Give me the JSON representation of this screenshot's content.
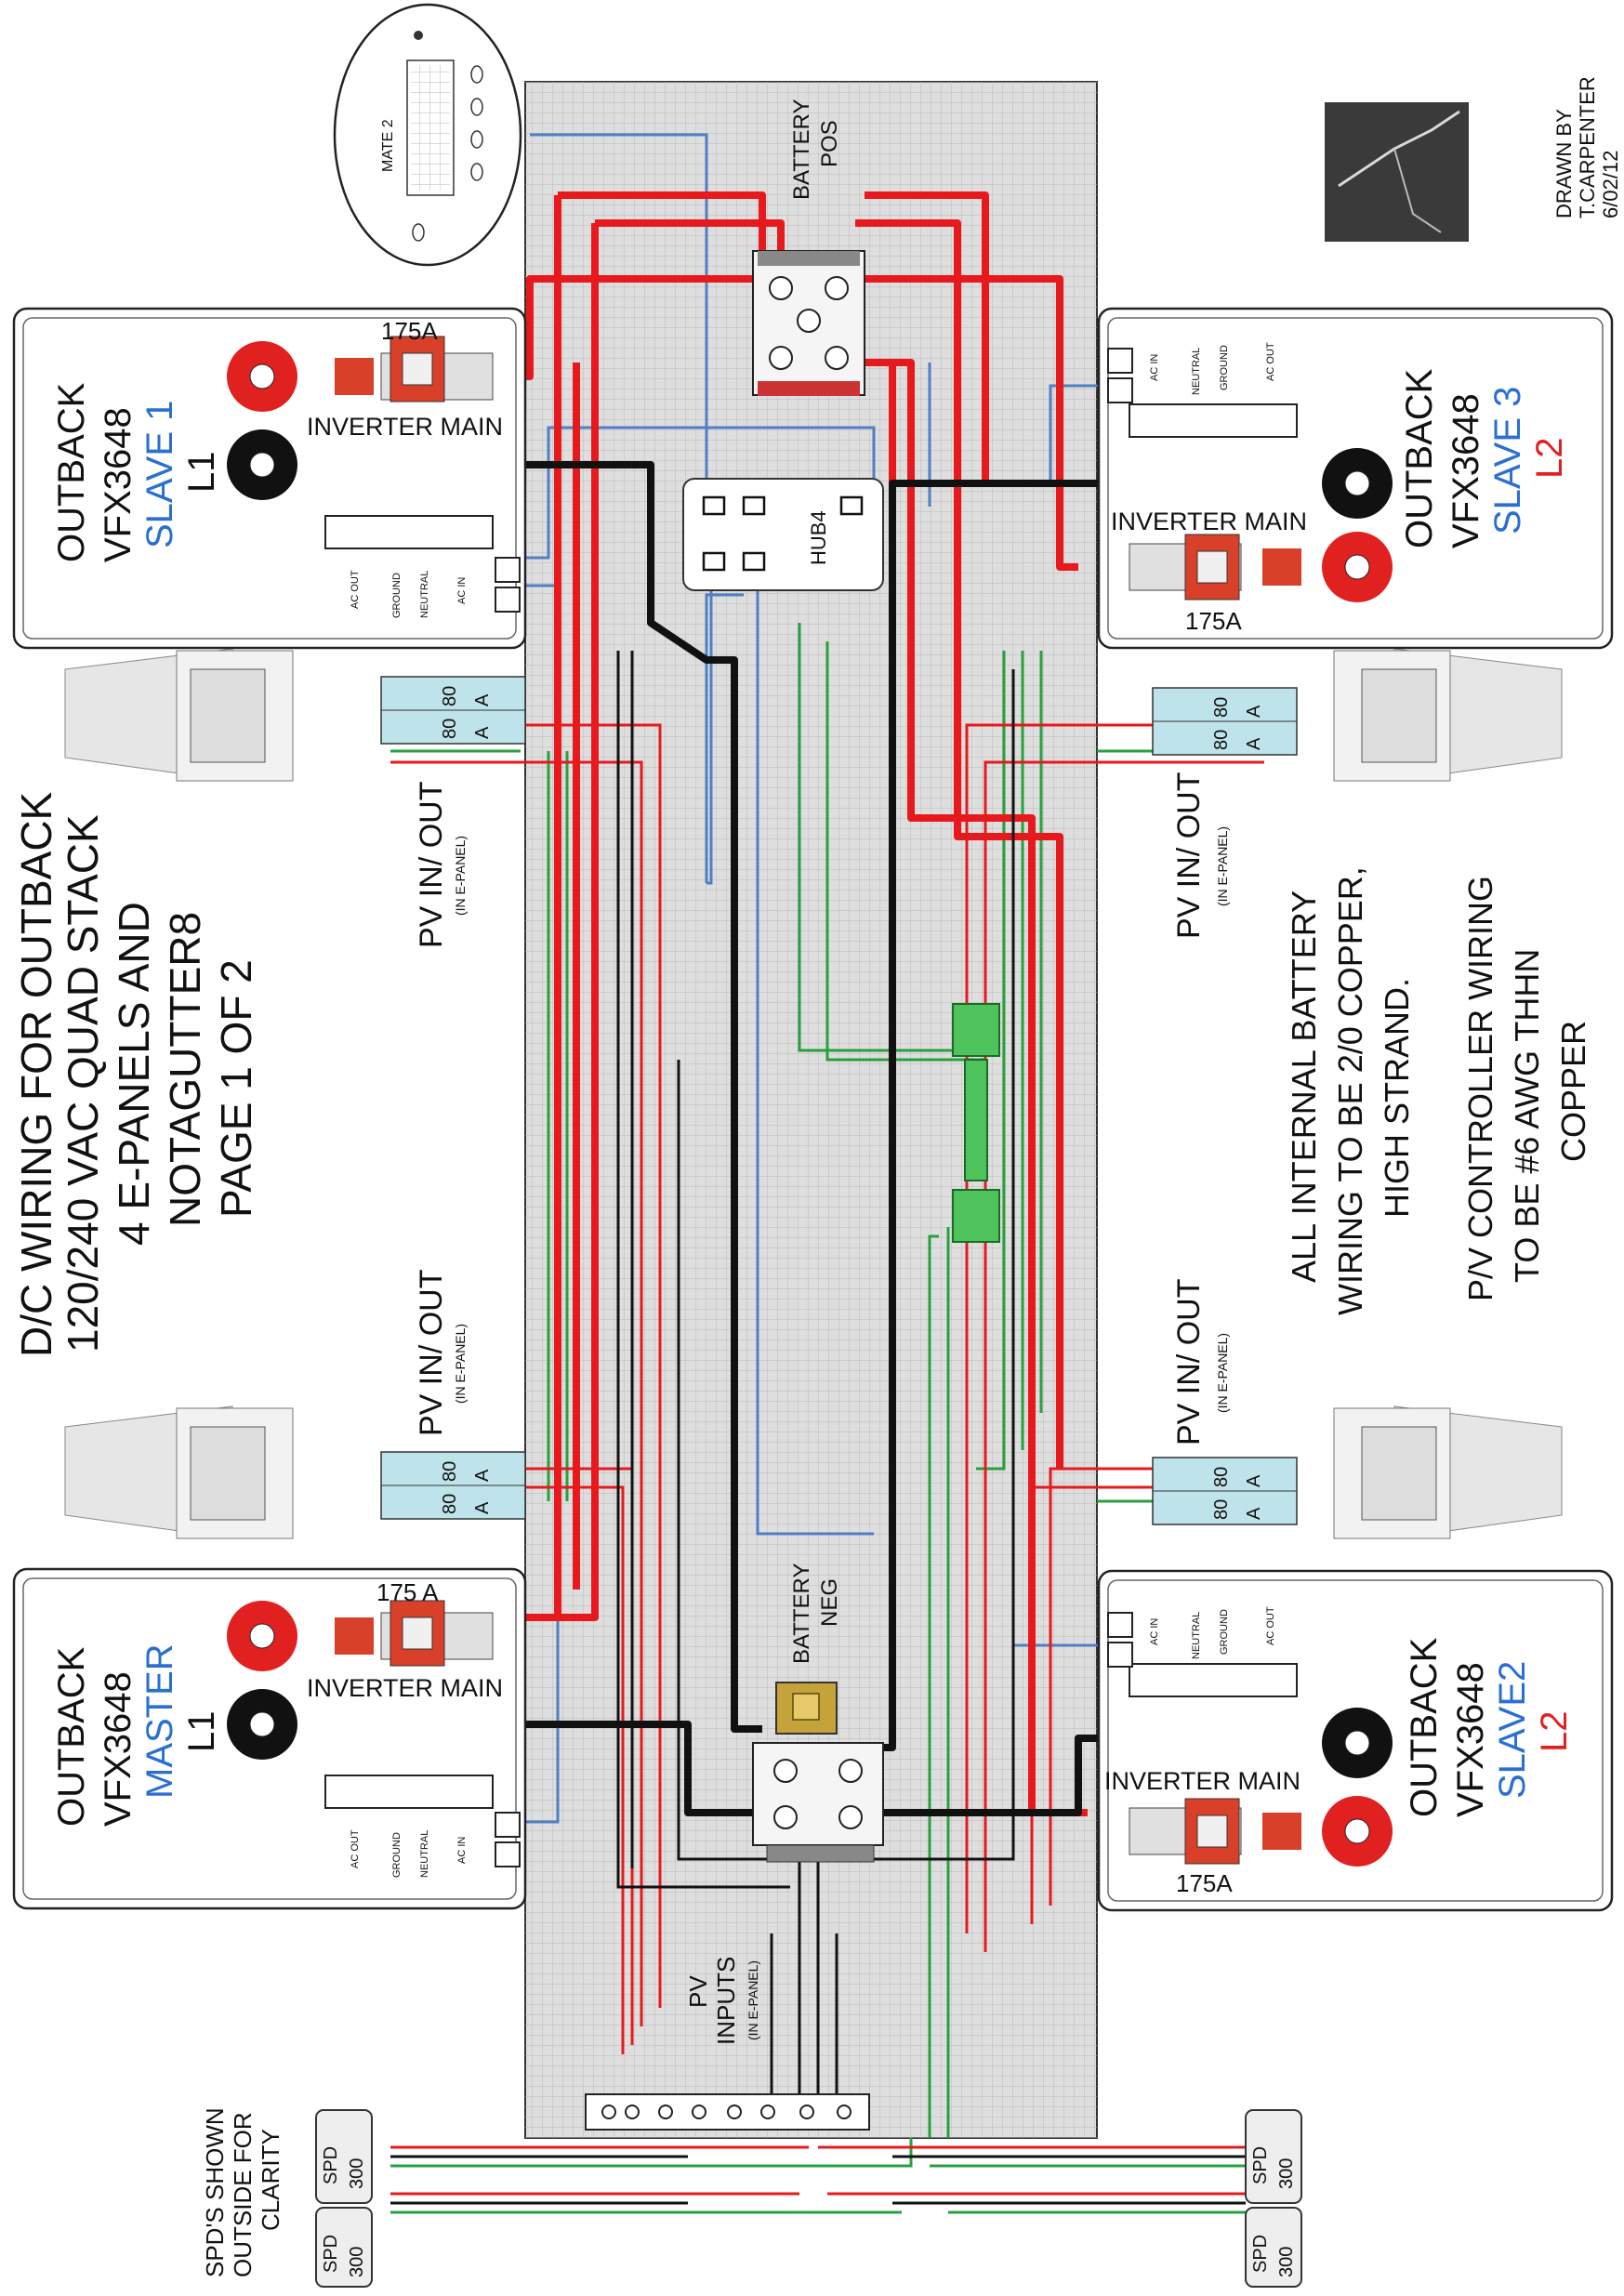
{
  "colors": {
    "pos": "#e8191d",
    "neg": "#111111",
    "ac": "#4f7fc4",
    "ground": "#28a03c",
    "backboard": "#dedede",
    "grid": "#b9b9b9",
    "breaker": "#d9402a",
    "inverter_blue": "#2a6fd1",
    "inverter_red": "#e12020"
  },
  "title_lines": [
    "D/C WIRING FOR OUTBACK",
    "120/240 VAC QUAD STACK",
    "4 E-PANELS AND",
    "NOTAGUTTER8",
    "PAGE 1 OF 2"
  ],
  "notes": {
    "battery_lines": [
      "ALL INTERNAL BATTERY",
      "WIRING TO BE 2/0 COPPER,",
      "HIGH STRAND."
    ],
    "pv_lines": [
      "P/V CONTROLLER  WIRING",
      "TO BE #6 AWG THHN",
      "COPPER"
    ]
  },
  "drawn_by": [
    "DRAWN BY",
    "T.CARPENTER",
    "6/02/12"
  ],
  "mate": {
    "label": "MATE 2"
  },
  "hub": {
    "label": "HUB4"
  },
  "battery_pos": [
    "BATTERY",
    "POS"
  ],
  "battery_neg": [
    "BATTERY",
    "NEG"
  ],
  "pv_inputs": [
    "PV",
    "INPUTS",
    "(IN E-PANEL)"
  ],
  "pv_io": {
    "main": "PV IN/ OUT",
    "sub": "(IN E-PANEL)"
  },
  "spd_note": [
    "SPD'S SHOWN",
    "OUTSIDE FOR",
    "CLARITY"
  ],
  "spd": {
    "label": "SPD",
    "rating": "300"
  },
  "breaker_rating_a": "175A",
  "breaker_rating_b": "175 A",
  "inverter_main": "INVERTER MAIN",
  "ac_terminals": {
    "ac_out": "AC OUT",
    "ground": "GROUND",
    "neutral": "NEUTRAL",
    "ac_in": "AC IN"
  },
  "breaker_labels": {
    "rating": "80",
    "type": "A"
  },
  "inverters": [
    {
      "id": "slave1",
      "brand": "OUTBACK",
      "model": "VFX3648",
      "role": "SLAVE 1",
      "leg": "L1"
    },
    {
      "id": "slave3",
      "brand": "OUTBACK",
      "model": "VFX3648",
      "role": "SLAVE 3",
      "leg": "L2"
    },
    {
      "id": "master",
      "brand": "OUTBACK",
      "model": "VFX3648",
      "role": "MASTER",
      "leg": "L1"
    },
    {
      "id": "slave2",
      "brand": "OUTBACK",
      "model": "VFX3648",
      "role": "SLAVE2",
      "leg": "L2"
    }
  ]
}
